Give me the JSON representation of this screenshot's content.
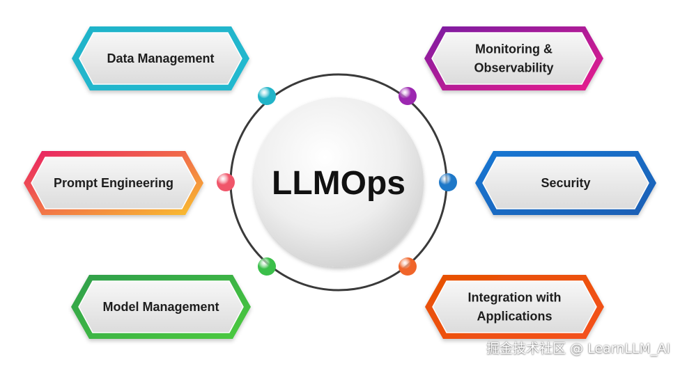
{
  "center": {
    "label": "LLMOps"
  },
  "items": [
    {
      "id": "data-management",
      "lines": [
        "Data Management"
      ],
      "gradient": [
        "#1fb3c9",
        "#23b9cf"
      ]
    },
    {
      "id": "monitoring-observability",
      "lines": [
        "Monitoring &",
        "Observability"
      ],
      "gradient": [
        "#7b1fa2",
        "#e91e8c"
      ]
    },
    {
      "id": "prompt-engineering",
      "lines": [
        "Prompt Engineering"
      ],
      "gradient": [
        "#e91e63",
        "#f9c22e"
      ]
    },
    {
      "id": "security",
      "lines": [
        "Security"
      ],
      "gradient": [
        "#1976d2",
        "#1a5fb4"
      ]
    },
    {
      "id": "model-management",
      "lines": [
        "Model Management"
      ],
      "gradient": [
        "#2e9e4a",
        "#4ccb3f"
      ]
    },
    {
      "id": "integration-applications",
      "lines": [
        "Integration with",
        "Applications"
      ],
      "gradient": [
        "#e65100",
        "#f4511e"
      ]
    }
  ],
  "dots": [
    {
      "name": "teal",
      "color": "#21b4c8"
    },
    {
      "name": "purple",
      "color": "#9c27b0"
    },
    {
      "name": "pink-orange",
      "color": "#f0566a"
    },
    {
      "name": "blue",
      "color": "#1e78c8"
    },
    {
      "name": "green",
      "color": "#3bbf4a"
    },
    {
      "name": "orange",
      "color": "#f0652a"
    }
  ],
  "watermark": "掘金技术社区 @ LearnLLM_AI"
}
